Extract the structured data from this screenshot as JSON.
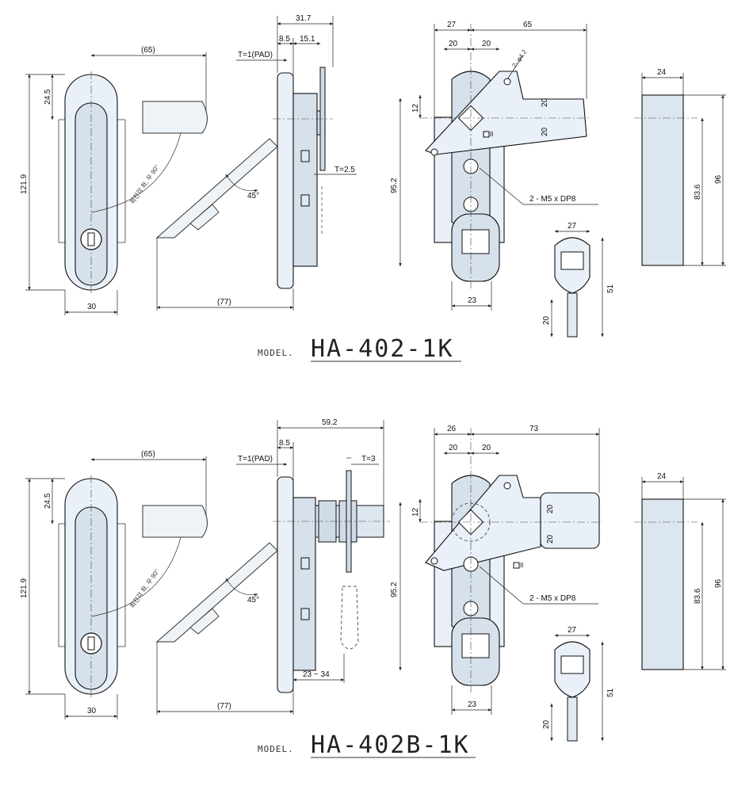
{
  "drawing1": {
    "model_prefix": "MODEL.",
    "model_name": "HA-402-1K",
    "dims": {
      "front_width": "30",
      "front_height": "121.9",
      "front_top": "24.5",
      "swing": "(65)",
      "rotation": "회전각 좌, 우 90°",
      "side_depth": "31.7",
      "side_a": "8.5",
      "side_b": "15.1",
      "pad": "T=1(PAD)",
      "thick": "T=2.5",
      "angle": "45°",
      "reach": "(77)",
      "top_left": "27",
      "top_right": "65",
      "c20a": "20",
      "c20b": "20",
      "hole": "2- φ4.2",
      "d12": "12",
      "v20a": "20",
      "v20b": "20",
      "sq8": "8",
      "h952": "95.2",
      "screw": "2 - M5 x DP8",
      "bottom23": "23",
      "cut24": "24",
      "cut836": "83.6",
      "cut96": "96",
      "key27": "27",
      "key51": "51",
      "key20": "20"
    }
  },
  "drawing2": {
    "model_prefix": "MODEL.",
    "model_name": "HA-402B-1K",
    "dims": {
      "front_width": "30",
      "front_height": "121.9",
      "front_top": "24.5",
      "swing": "(65)",
      "rotation": "회전각 좌, 우 90°",
      "side_depth": "59.2",
      "side_a": "8.5",
      "pad": "T=1(PAD)",
      "thick": "T=3",
      "angle": "45°",
      "reach": "(77)",
      "range": "23 ~ 34",
      "top_left": "26",
      "top_right": "73",
      "c20a": "20",
      "c20b": "20",
      "d12": "12",
      "v20a": "20",
      "v20b": "20",
      "sq8": "8",
      "h952": "95.2",
      "screw": "2 - M5 x DP8",
      "bottom23": "23",
      "cut24": "24",
      "cut836": "83.6",
      "cut96": "96",
      "key27": "27",
      "key51": "51",
      "key20": "20"
    }
  }
}
